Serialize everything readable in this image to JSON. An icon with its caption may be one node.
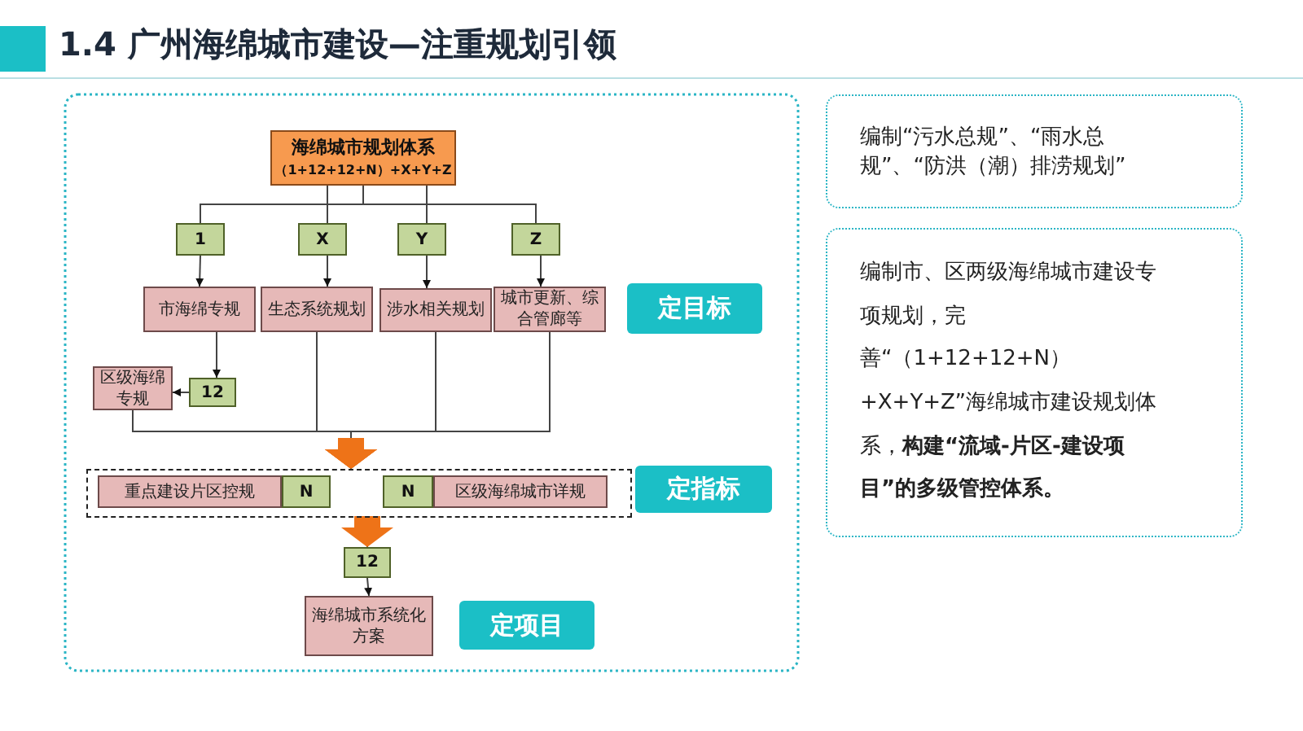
{
  "diagram": {
    "title": "1.4 广州海绵城市建设—注重规划引领",
    "nodes": [
      {
        "text": [
          "海绵城市规划体系",
          "（1+12+12+N）+X+Y+Z"
        ]
      },
      {
        "text": [
          "1"
        ]
      },
      {
        "text": [
          "X"
        ]
      },
      {
        "text": [
          "Y"
        ]
      },
      {
        "text": [
          "Z"
        ]
      },
      {
        "text": [
          "市海绵专规"
        ]
      },
      {
        "text": [
          "生态系统规划"
        ]
      },
      {
        "text": [
          "涉水相关规划"
        ]
      },
      {
        "text": [
          "城市更新、综合管廊等"
        ]
      },
      {
        "text": [
          "定目标"
        ]
      },
      {
        "text": [
          "区级海绵专规"
        ]
      },
      {
        "text": [
          "12"
        ]
      },
      {
        "text": [],
        "shape": "box"
      },
      {
        "text": [
          "重点建设片区控规"
        ],
        "in": 12
      },
      {
        "text": [
          "N"
        ],
        "in": 12
      },
      {
        "text": [
          "N"
        ],
        "in": 12
      },
      {
        "text": [
          "区级海绵城市详规"
        ],
        "in": 12
      },
      {
        "text": [
          "定指标"
        ]
      },
      {
        "text": [
          "12"
        ]
      },
      {
        "text": [
          "海绵城市系统化方案"
        ]
      },
      {
        "text": [
          "定项目"
        ]
      },
      {
        "text": [
          "编制“污水总规”、“雨水总规”、“防洪（潮）排涝规划”"
        ]
      },
      {
        "text": [
          "编制市、区两级海绵城市建设专项规划，完善“（1+12+12+N）+X+Y+Z”海绵城市建设规划体系，**构建“流域-片区-建设项目”的多级管控体系。**"
        ]
      }
    ],
    "edges": [
      {
        "from": 0,
        "to": 1,
        "arrow": "none"
      },
      {
        "from": 0,
        "to": 2,
        "arrow": "none"
      },
      {
        "from": 0,
        "to": 3,
        "arrow": "none"
      },
      {
        "from": 0,
        "to": 4,
        "arrow": "none"
      },
      {
        "from": 1,
        "to": 5,
        "arrow": "to"
      },
      {
        "from": 2,
        "to": 6,
        "arrow": "to"
      },
      {
        "from": 3,
        "to": 7,
        "arrow": "to"
      },
      {
        "from": 4,
        "to": 8,
        "arrow": "to"
      },
      {
        "from": 5,
        "to": 11,
        "arrow": "to"
      },
      {
        "from": 11,
        "to": 10,
        "arrow": "to"
      },
      {
        "from": 10,
        "to": 12,
        "arrow": "to"
      },
      {
        "from": 6,
        "to": 12,
        "arrow": "to"
      },
      {
        "from": 7,
        "to": 12,
        "arrow": "to"
      },
      {
        "from": 8,
        "to": 12,
        "arrow": "to"
      },
      {
        "from": 12,
        "to": 18,
        "arrow": "to"
      },
      {
        "from": 18,
        "to": 19,
        "arrow": "to"
      }
    ]
  }
}
